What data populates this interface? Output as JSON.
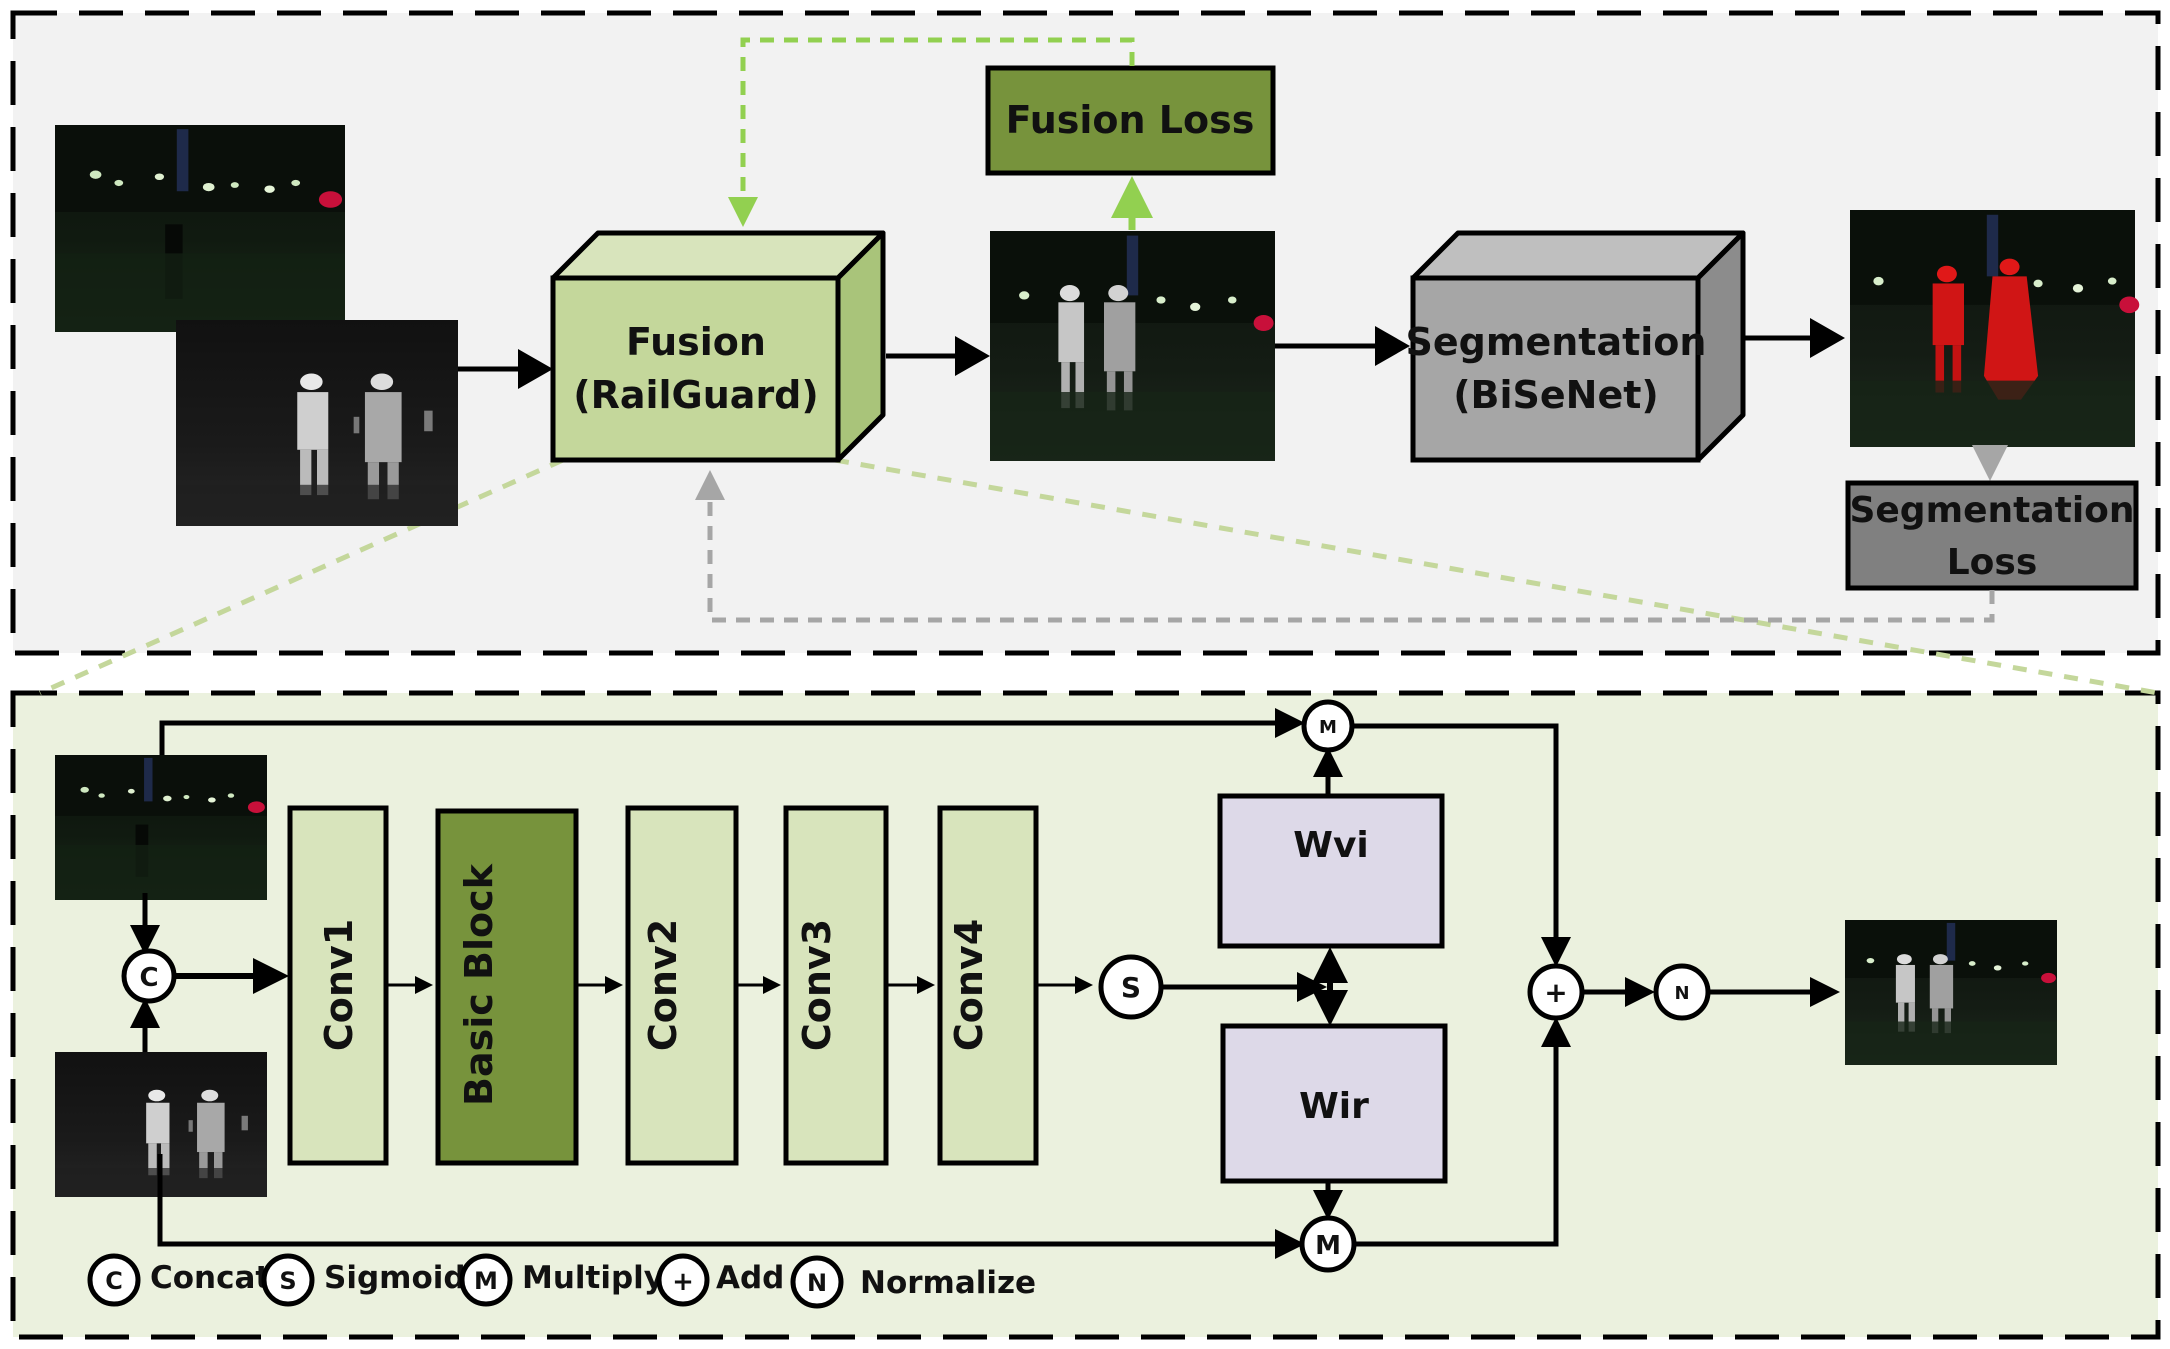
{
  "top": {
    "fusion": {
      "line1": "Fusion",
      "line2": "(RailGuard)"
    },
    "fusion_loss": "Fusion Loss",
    "segmentation": {
      "line1": "Segmentation",
      "line2": "(BiSeNet)"
    },
    "segmentation_loss": {
      "line1": "Segmentation",
      "line2": "Loss"
    }
  },
  "bottom": {
    "blocks": {
      "conv1": "Conv1",
      "basic_block": "Basic Block",
      "conv2": "Conv2",
      "conv3": "Conv3",
      "conv4": "Conv4"
    },
    "weights": {
      "wvi": "Wvi",
      "wir": "Wir"
    },
    "ops": {
      "concat": "C",
      "sigmoid": "S",
      "multiply": "M",
      "add": "+",
      "normalize": "N"
    }
  },
  "legend": [
    {
      "symbol": "C",
      "label": "Concat"
    },
    {
      "symbol": "S",
      "label": "Sigmoid"
    },
    {
      "symbol": "M",
      "label": "Multiply"
    },
    {
      "symbol": "+",
      "label": "Add"
    },
    {
      "symbol": "N",
      "label": "Normalize"
    }
  ],
  "colors": {
    "top_panel": "#f2f2f2",
    "bottom_panel": "#ebf1de",
    "fusion_front": "#c4d79b",
    "fusion_top": "#d8e4bc",
    "fusion_side": "#a9c47a",
    "fusion_loss": "#77933c",
    "seg_front": "#a6a6a6",
    "seg_top": "#bfbfbf",
    "seg_side": "#8c8c8c",
    "seg_loss": "#808080",
    "conv_light": "#d8e4bc",
    "basic_block": "#77933c",
    "weight_box": "#ddd9e8",
    "green_arrow": "#92d050",
    "gray_arrow": "#a6a6a6"
  }
}
